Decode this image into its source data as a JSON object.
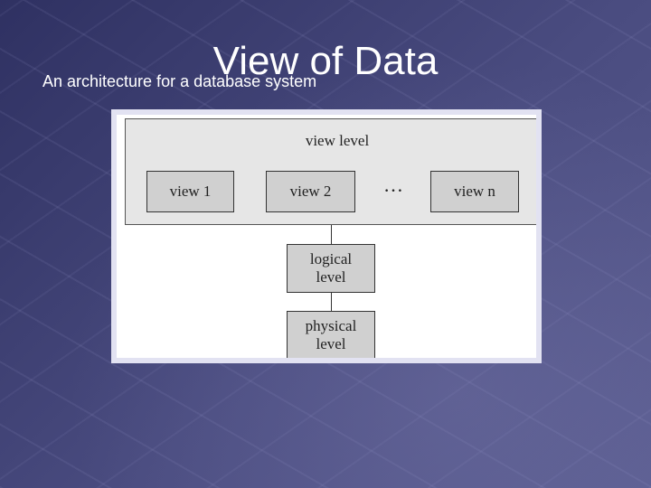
{
  "slide": {
    "title": "View of Data",
    "subtitle": "An architecture for a database system"
  },
  "diagram": {
    "view_level": {
      "label": "view level",
      "views": [
        "view 1",
        "view 2",
        "view n"
      ],
      "ellipsis": "…"
    },
    "logical_level": {
      "line1": "logical",
      "line2": "level"
    },
    "physical_level": {
      "line1": "physical",
      "line2": "level"
    }
  }
}
